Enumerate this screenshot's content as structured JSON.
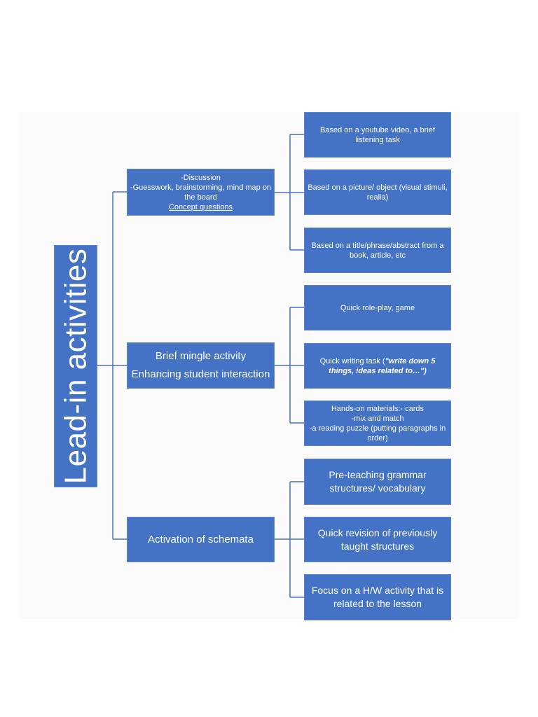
{
  "diagram": {
    "root": {
      "label": "Lead-in activities"
    },
    "branches": [
      {
        "lines": [
          "-Discussion",
          "-Guesswork,  brainstorming, mind map on the board",
          "Concept questions"
        ],
        "children": [
          {
            "lines": [
              "Based on a youtube video, a brief listening task"
            ]
          },
          {
            "lines": [
              "Based on a picture/ object (visual stimuli, realia)"
            ]
          },
          {
            "lines": [
              "Based on a title/phrase/abstract from a book, article, etc"
            ]
          }
        ]
      },
      {
        "lines": [
          "Brief mingle activity",
          "Enhancing student interaction"
        ],
        "children": [
          {
            "lines": [
              "Quick role-play, game"
            ]
          },
          {
            "prefix": "Quick writing task (",
            "emphasis": "\"write down 5 things, ideas related to…\")"
          },
          {
            "lines": [
              "Hands-on materials:- cards",
              "-mix and match",
              "-a reading puzzle (putting paragraphs in order)"
            ]
          }
        ]
      },
      {
        "lines": [
          "Activation of schemata"
        ],
        "children": [
          {
            "lines": [
              "Pre-teaching grammar structures/ vocabulary"
            ]
          },
          {
            "lines": [
              "Quick revision of previously taught structures"
            ]
          },
          {
            "lines": [
              "Focus on a H/W activity that is related to the lesson"
            ]
          }
        ]
      }
    ]
  },
  "colors": {
    "box_fill": "#4472c4",
    "connector": "#4472c4",
    "text": "#ffffff"
  }
}
